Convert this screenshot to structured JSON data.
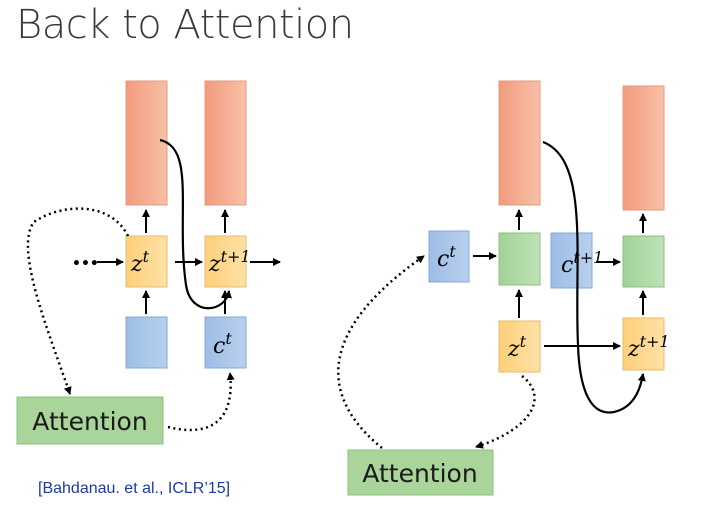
{
  "slide": {
    "title": "Back to Attention",
    "citation": "[Bahdanau. et al., ICLR’15]"
  },
  "left_diagram": {
    "z_current": {
      "base": "z",
      "sup": "t"
    },
    "z_next": {
      "base": "z",
      "sup": "t+1"
    },
    "context": {
      "base": "c",
      "sup": "t"
    },
    "attention_label": "Attention",
    "ellipsis": "•••"
  },
  "right_diagram": {
    "context_current": {
      "base": "c",
      "sup": "t"
    },
    "context_next": {
      "base": "c",
      "sup": "t+1"
    },
    "z_current": {
      "base": "z",
      "sup": "t"
    },
    "z_next": {
      "base": "z",
      "sup": "t+1"
    },
    "attention_label": "Attention"
  },
  "colors": {
    "output": "#f4a383",
    "hidden": "#fdd58a",
    "context": "#a6c3e6",
    "rnn": "#a8d8a0",
    "attention": "#a9d49a"
  }
}
